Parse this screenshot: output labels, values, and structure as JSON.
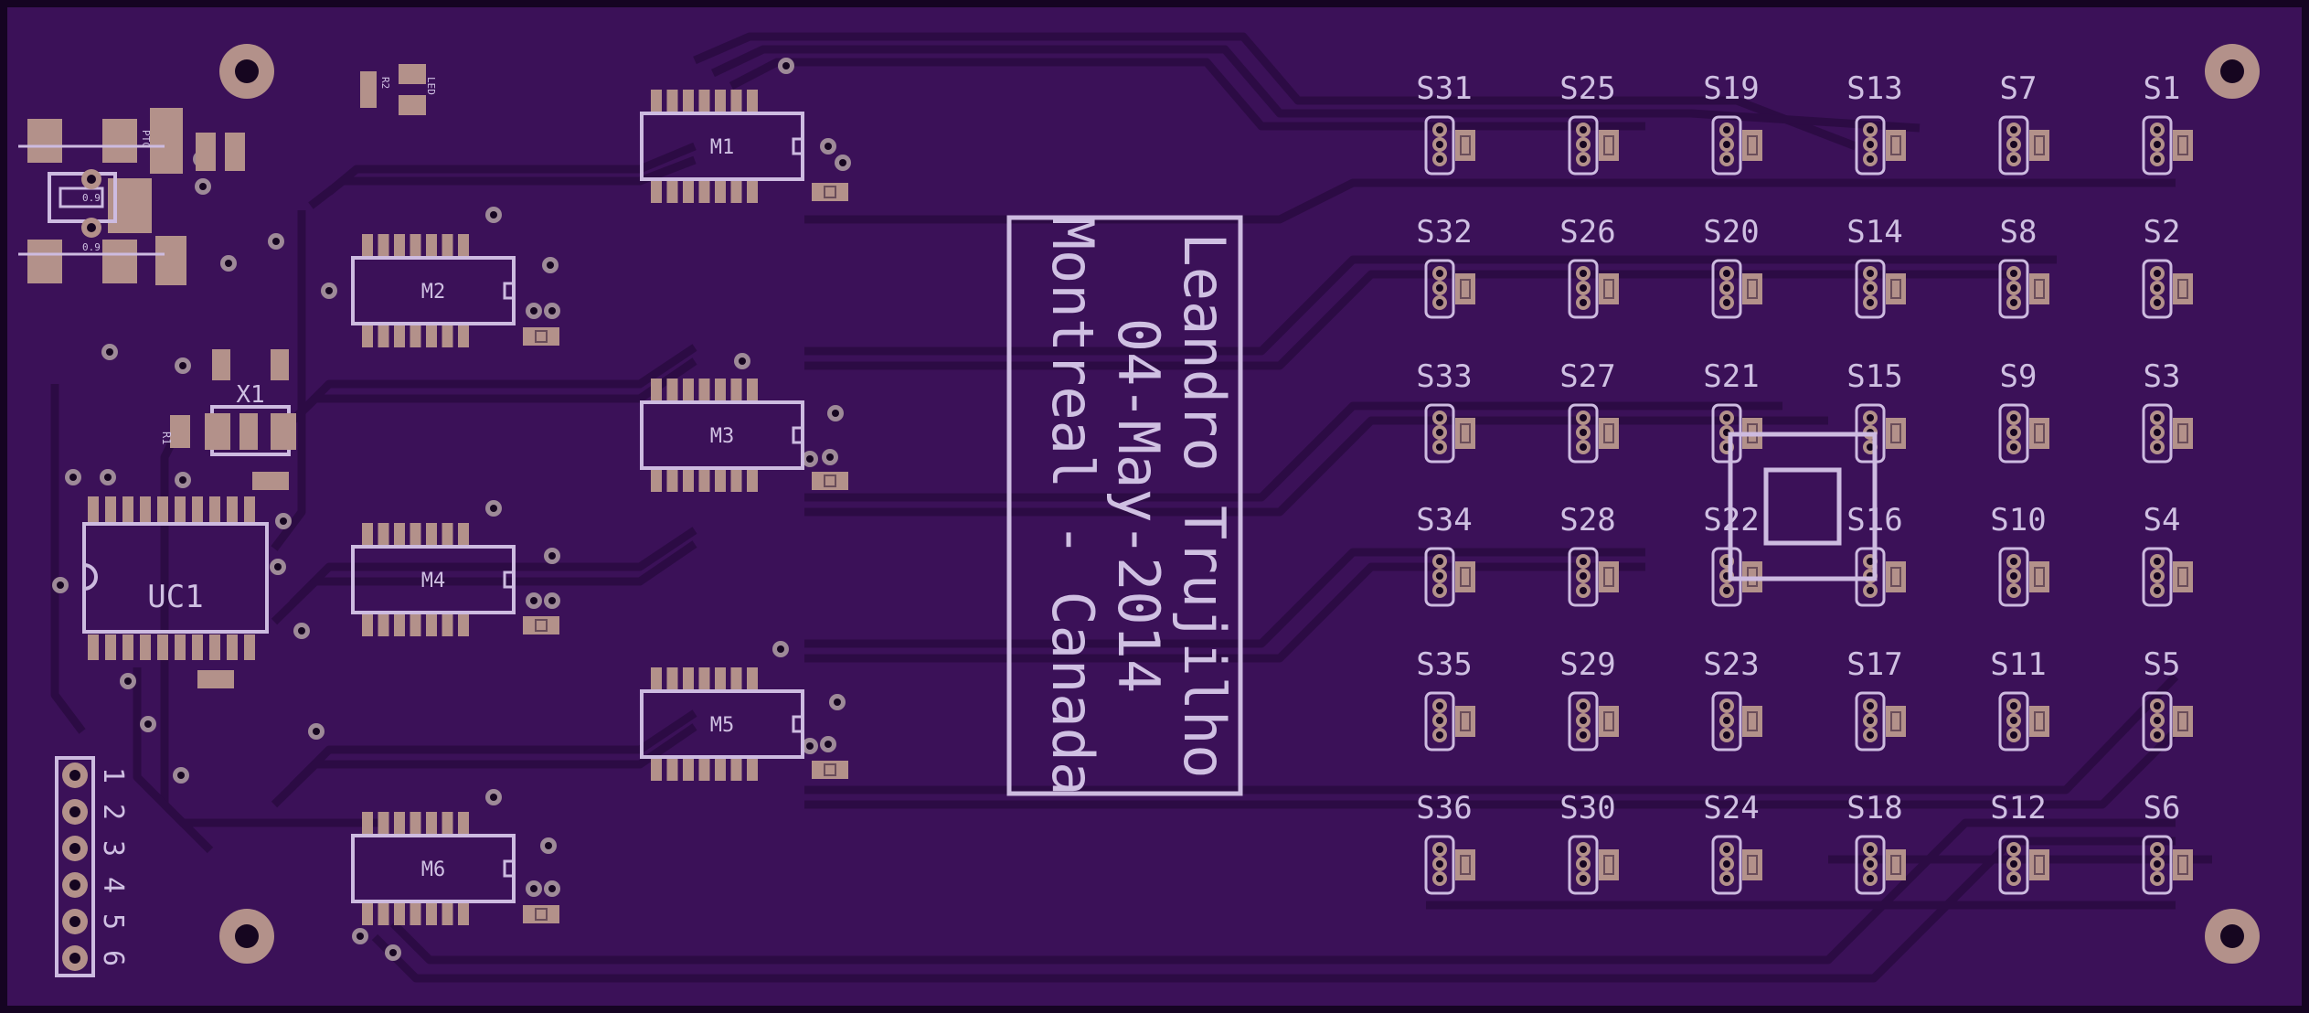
{
  "board": {
    "colors": {
      "outer": "#150422",
      "substrate": "#3b1158",
      "trace": "#2f0c48",
      "silkscreen": "#cdbbe0",
      "pad": "#b3918a",
      "via": "#160620"
    },
    "credit_lines": [
      "Leandro Trujilho",
      "04-May-2014",
      "Montreal - Canada"
    ],
    "switches": [
      [
        "S31",
        "S25",
        "S19",
        "S13",
        "S7",
        "S1"
      ],
      [
        "S32",
        "S26",
        "S20",
        "S14",
        "S8",
        "S2"
      ],
      [
        "S33",
        "S27",
        "S21",
        "S15",
        "S9",
        "S3"
      ],
      [
        "S34",
        "S28",
        "S22",
        "S16",
        "S10",
        "S4"
      ],
      [
        "S35",
        "S29",
        "S23",
        "S17",
        "S11",
        "S5"
      ],
      [
        "S36",
        "S30",
        "S24",
        "S18",
        "S12",
        "S6"
      ]
    ],
    "modules": [
      "M1",
      "M2",
      "M3",
      "M4",
      "M5",
      "M6"
    ],
    "uc_label": "UC1",
    "crystal_label": "X1",
    "header_pins": [
      "1",
      "2",
      "3",
      "4",
      "5",
      "6"
    ],
    "small_labels": {
      "r2": "R2",
      "led": "LED",
      "ptc": "PTC",
      "r1": "R1",
      "d09a": "0.9",
      "d09b": "0.9"
    },
    "mounting_holes": [
      "top-left",
      "bottom-left",
      "top-right",
      "bottom-right"
    ]
  }
}
